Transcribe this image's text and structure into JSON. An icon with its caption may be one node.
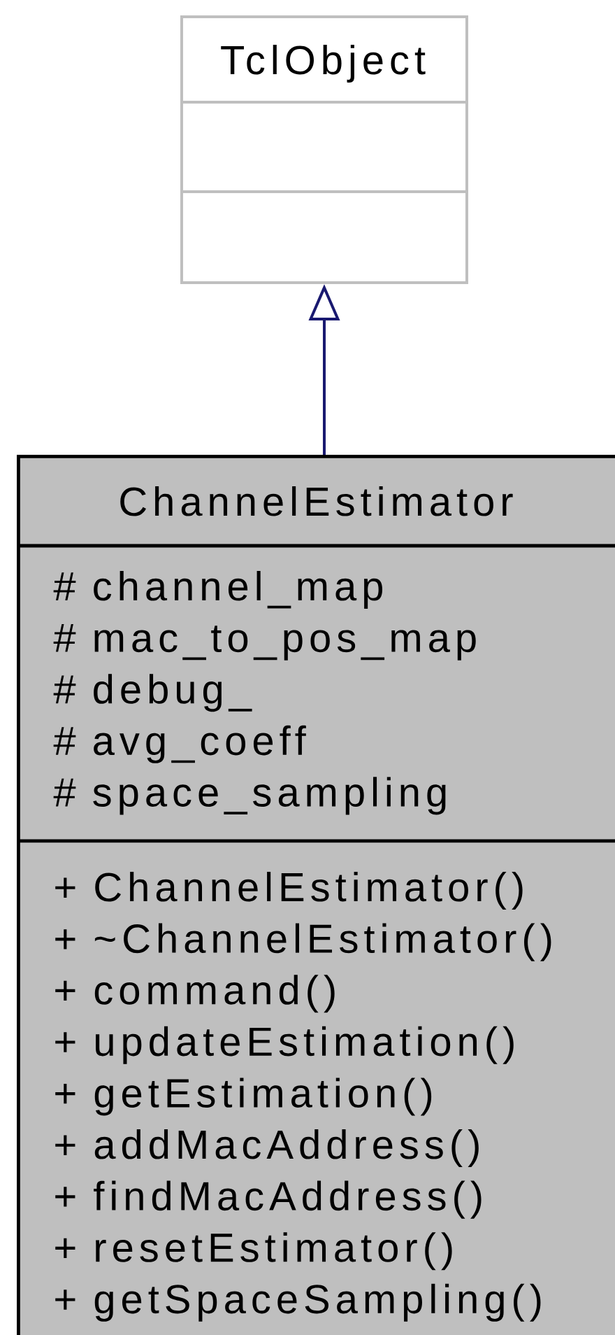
{
  "diagram": {
    "nodes": [
      {
        "text": [
          "TclObject"
        ]
      },
      {
        "text": [
          "ChannelEstimator",
          "# channel_map",
          "# mac_to_pos_map",
          "# debug_",
          "# avg_coeff",
          "# space_sampling",
          "+ ChannelEstimator()",
          "+ ~ChannelEstimator()",
          "+ command()",
          "+ updateEstimation()",
          "+ getEstimation()",
          "+ addMacAddress()",
          "+ findMacAddress()",
          "+ resetEstimator()",
          "+ getSpaceSampling()"
        ]
      }
    ],
    "edges": [
      {
        "from": 1,
        "to": 0,
        "arrow": "to"
      }
    ]
  }
}
